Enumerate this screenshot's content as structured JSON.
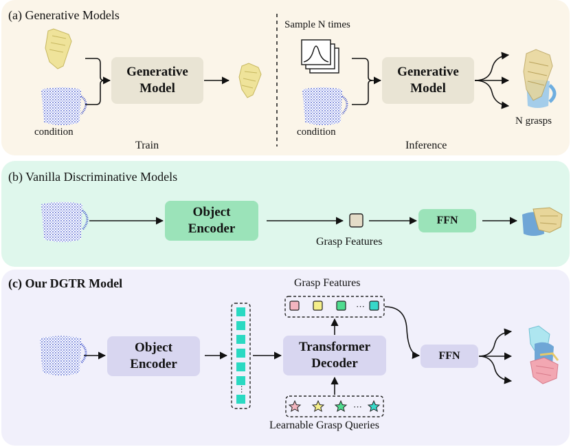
{
  "panel_a": {
    "title": "(a) Generative Models",
    "train": {
      "box": "Generative\nModel",
      "condition": "condition",
      "caption": "Train"
    },
    "inference": {
      "sample_label": "Sample N times",
      "box": "Generative\nModel",
      "condition": "condition",
      "output": "N grasps",
      "caption": "Inference"
    }
  },
  "panel_b": {
    "title": "(b) Vanilla Discriminative Models",
    "encoder": "Object\nEncoder",
    "features": "Grasp Features",
    "ffn": "FFN"
  },
  "panel_c": {
    "title": "(c) Our DGTR Model",
    "grasp_features": "Grasp Features",
    "encoder": "Object\nEncoder",
    "decoder": "Transformer\nDecoder",
    "ffn": "FFN",
    "queries": "Learnable Grasp Queries",
    "ellipsis": "···"
  },
  "colors": {
    "panel_a_bg": "#fbf5e9",
    "panel_b_bg": "#dff7ec",
    "panel_c_bg": "#f1f0fb",
    "feature_colors": [
      "#f3b5bf",
      "#f5ef8a",
      "#4fdc8f",
      "#38d9c9"
    ],
    "token_color": "#2ad9c2"
  }
}
